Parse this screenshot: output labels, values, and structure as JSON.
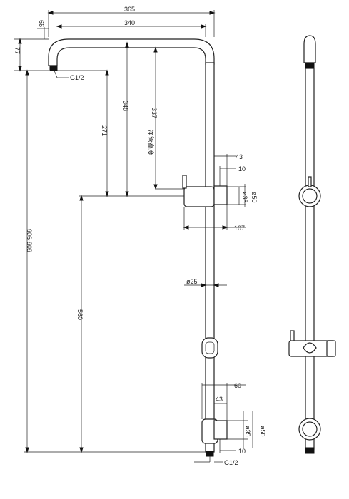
{
  "labels": {
    "d365": "365",
    "d340": "340",
    "d66": "66",
    "d77": "77",
    "g12_top": "G1/2",
    "g12_bottom": "G1/2",
    "d348": "348",
    "d337": "337",
    "net_height": "净管高度",
    "d271": "271",
    "d906_909": "906-909",
    "d560": "560",
    "d43_top": "43",
    "d10_top": "10",
    "d35_top": "ø35",
    "d50_top": "ø50",
    "d107": "107",
    "d25": "ø25",
    "d60": "60",
    "d43_bottom": "43",
    "d35_bottom": "ø35",
    "d50_bottom": "ø50",
    "d10_bottom": "10"
  }
}
